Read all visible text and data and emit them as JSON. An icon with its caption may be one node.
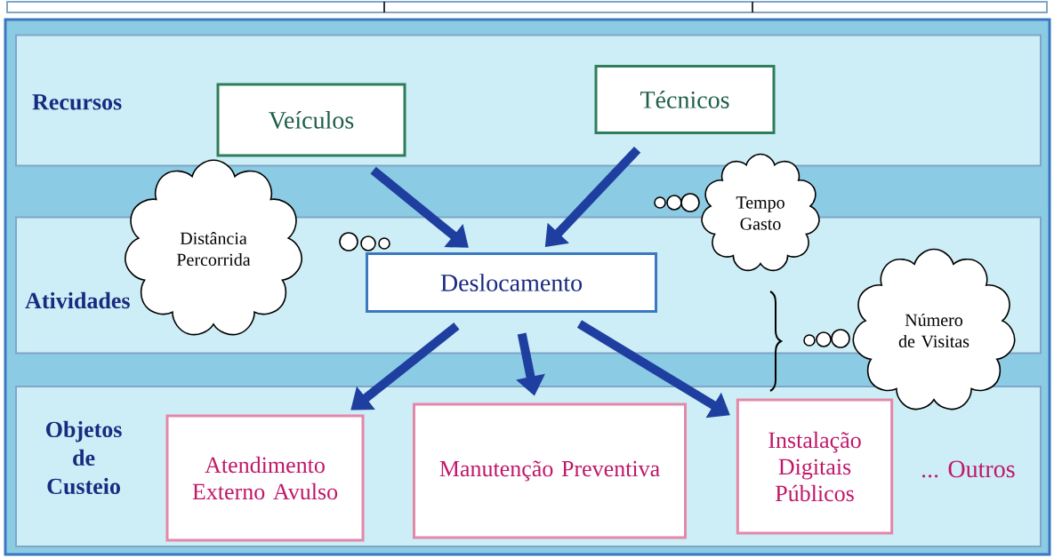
{
  "diagram": {
    "nodes": [
      {
        "text": [
          "Recursos"
        ]
      },
      {
        "text": [
          "Veículos"
        ],
        "in": 0
      },
      {
        "text": [
          "Técnicos"
        ],
        "in": 0
      },
      {
        "text": [
          "Atividades"
        ]
      },
      {
        "text": [
          "Deslocamento"
        ],
        "in": 3
      },
      {
        "text": [
          "Distância Percorrida"
        ]
      },
      {
        "text": [
          "Tempo Gasto"
        ]
      },
      {
        "text": [
          "Número de Visitas"
        ]
      },
      {
        "text": [
          "Objetos de Custeio"
        ]
      },
      {
        "text": [
          "Atendimento Externo Avulso"
        ],
        "in": 8
      },
      {
        "text": [
          "Manutenção Preventiva"
        ],
        "in": 8
      },
      {
        "text": [
          "Instalação Digitais Públicos"
        ],
        "in": 8
      }
    ],
    "edges": [
      {
        "from": 1,
        "to": 4,
        "arrow": "to"
      },
      {
        "from": 2,
        "to": 4,
        "arrow": "to"
      },
      {
        "from": 4,
        "to": 9,
        "arrow": "to"
      },
      {
        "from": 4,
        "to": 10,
        "arrow": "to"
      },
      {
        "from": 4,
        "to": 11,
        "arrow": "to"
      }
    ],
    "labels": [
      "... Outros"
    ]
  }
}
